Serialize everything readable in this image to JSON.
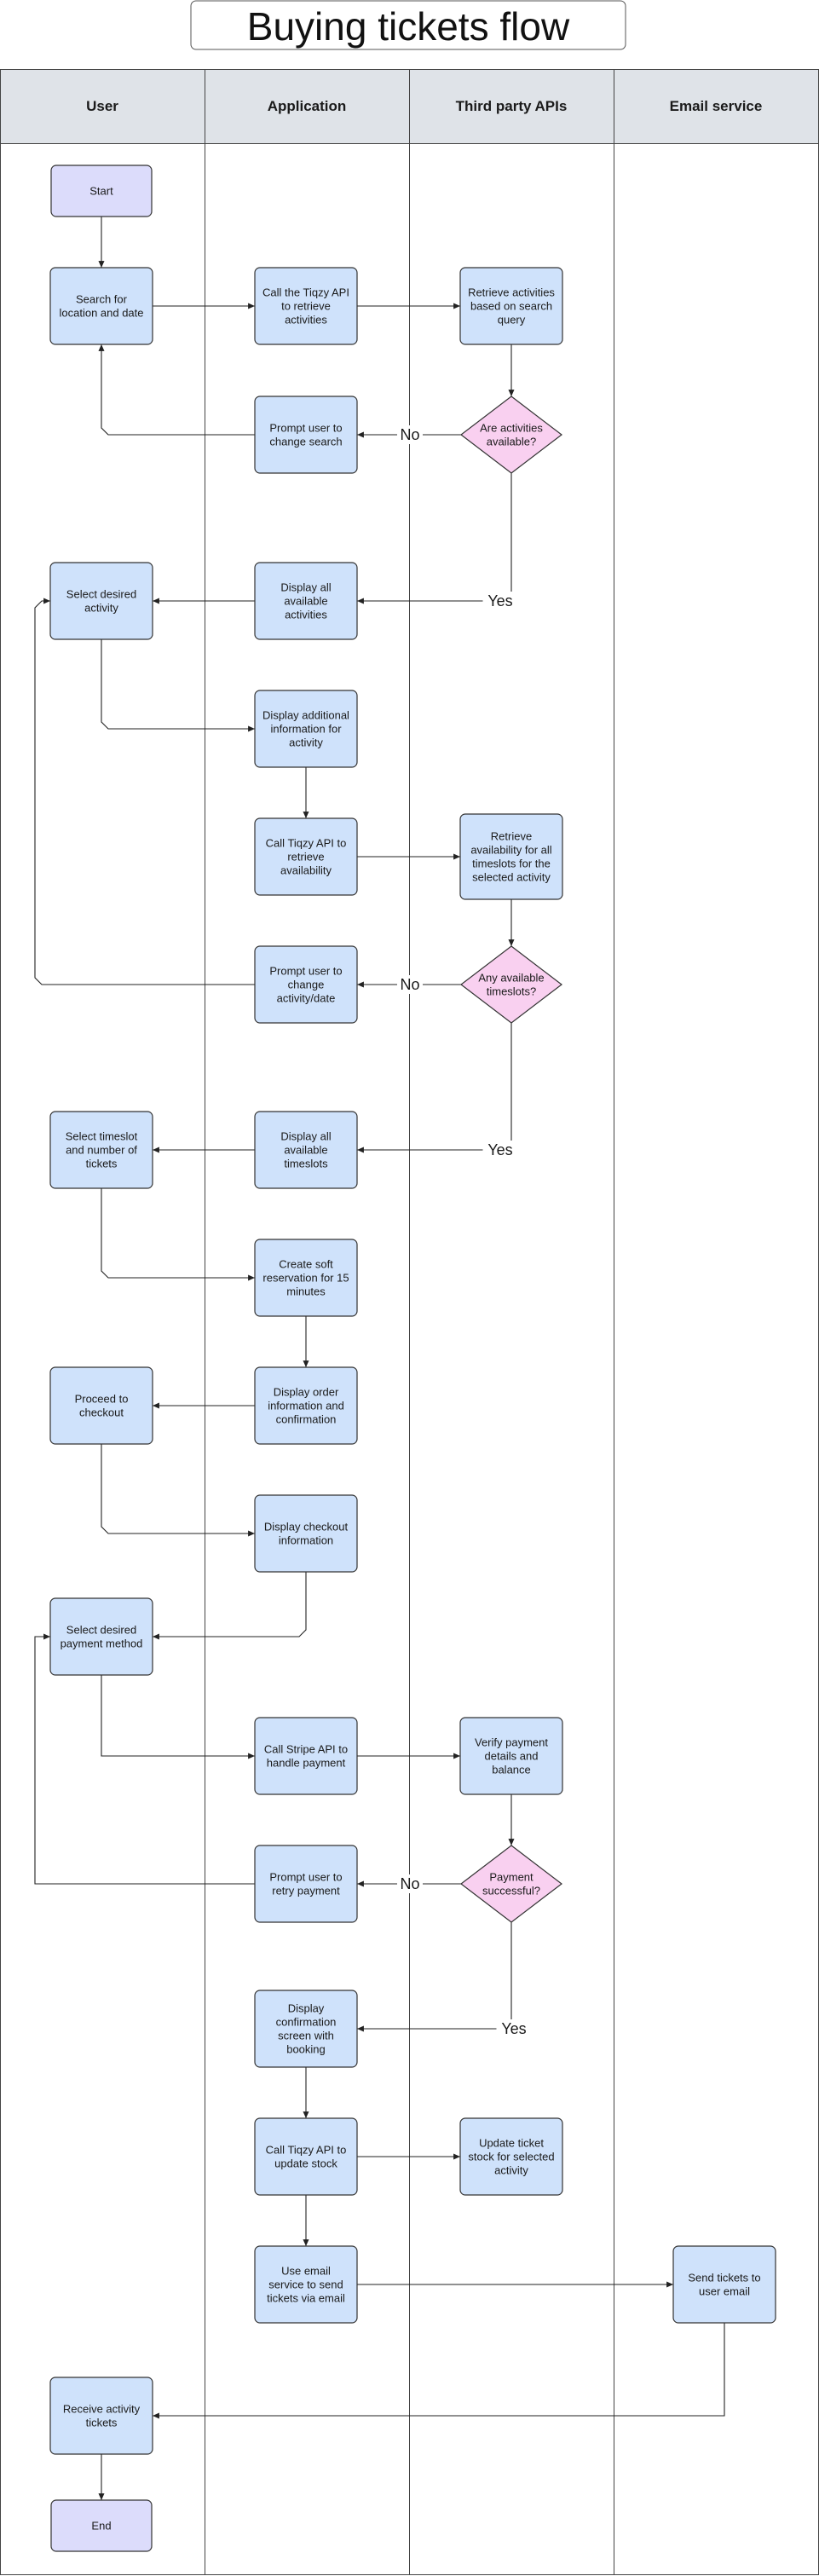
{
  "title": "Buying tickets flow",
  "lanes": [
    {
      "id": "user",
      "label": "User"
    },
    {
      "id": "application",
      "label": "Application"
    },
    {
      "id": "third_party",
      "label": "Third party APIs"
    },
    {
      "id": "email",
      "label": "Email service"
    }
  ],
  "colors": {
    "process_fill": "#cfe2fb",
    "terminal_fill": "#dcdcfb",
    "decision_fill": "#f9d0f0",
    "header_fill": "#dfe3e8",
    "border": "#333333"
  },
  "nodes": [
    {
      "id": "start",
      "type": "terminal",
      "lines": [
        "Start"
      ]
    },
    {
      "id": "search",
      "type": "process",
      "lines": [
        "Search for",
        "location and date"
      ]
    },
    {
      "id": "call_tiqzy",
      "type": "process",
      "lines": [
        "Call the Tiqzy API",
        "to retrieve",
        "activities"
      ]
    },
    {
      "id": "retrieve_act",
      "type": "process",
      "lines": [
        "Retrieve activities",
        "based on search",
        "query"
      ]
    },
    {
      "id": "dec_act",
      "type": "decision",
      "lines": [
        "Are activities",
        "available?"
      ]
    },
    {
      "id": "prompt_search",
      "type": "process",
      "lines": [
        "Prompt user to",
        "change search"
      ]
    },
    {
      "id": "display_act",
      "type": "process",
      "lines": [
        "Display all",
        "available",
        "activities"
      ]
    },
    {
      "id": "select_act",
      "type": "process",
      "lines": [
        "Select desired",
        "activity"
      ]
    },
    {
      "id": "display_info",
      "type": "process",
      "lines": [
        "Display additional",
        "information for",
        "activity"
      ]
    },
    {
      "id": "call_avail",
      "type": "process",
      "lines": [
        "Call Tiqzy API to",
        "retrieve",
        "availability"
      ]
    },
    {
      "id": "retrieve_avail",
      "type": "process",
      "lines": [
        "Retrieve",
        "availability for all",
        "timeslots for the",
        "selected activity"
      ]
    },
    {
      "id": "dec_ts",
      "type": "decision",
      "lines": [
        "Any available",
        "timeslots?"
      ]
    },
    {
      "id": "prompt_change",
      "type": "process",
      "lines": [
        "Prompt user to",
        "change",
        "activity/date"
      ]
    },
    {
      "id": "display_ts",
      "type": "process",
      "lines": [
        "Display all",
        "available",
        "timeslots"
      ]
    },
    {
      "id": "select_ts",
      "type": "process",
      "lines": [
        "Select timeslot",
        "and number of",
        "tickets"
      ]
    },
    {
      "id": "soft_res",
      "type": "process",
      "lines": [
        "Create soft",
        "reservation for 15",
        "minutes"
      ]
    },
    {
      "id": "display_order",
      "type": "process",
      "lines": [
        "Display order",
        "information and",
        "confirmation"
      ]
    },
    {
      "id": "checkout",
      "type": "process",
      "lines": [
        "Proceed to",
        "checkout"
      ]
    },
    {
      "id": "display_checkout",
      "type": "process",
      "lines": [
        "Display checkout",
        "information"
      ]
    },
    {
      "id": "select_pay",
      "type": "process",
      "lines": [
        "Select desired",
        "payment method"
      ]
    },
    {
      "id": "call_stripe",
      "type": "process",
      "lines": [
        "Call Stripe API to",
        "handle payment"
      ]
    },
    {
      "id": "verify_pay",
      "type": "process",
      "lines": [
        "Verify payment",
        "details and",
        "balance"
      ]
    },
    {
      "id": "dec_pay",
      "type": "decision",
      "lines": [
        "Payment",
        "successful?"
      ]
    },
    {
      "id": "prompt_retry",
      "type": "process",
      "lines": [
        "Prompt user to",
        "retry payment"
      ]
    },
    {
      "id": "display_conf",
      "type": "process",
      "lines": [
        "Display",
        "confirmation",
        "screen with",
        "booking"
      ]
    },
    {
      "id": "call_stock",
      "type": "process",
      "lines": [
        "Call Tiqzy API to",
        "update stock"
      ]
    },
    {
      "id": "update_stock",
      "type": "process",
      "lines": [
        "Update ticket",
        "stock for selected",
        "activity"
      ]
    },
    {
      "id": "use_email",
      "type": "process",
      "lines": [
        "Use email",
        "service to send",
        "tickets via email"
      ]
    },
    {
      "id": "send_tickets",
      "type": "process",
      "lines": [
        "Send tickets to",
        "user email"
      ]
    },
    {
      "id": "receive",
      "type": "process",
      "lines": [
        "Receive activity",
        "tickets"
      ]
    },
    {
      "id": "end",
      "type": "terminal",
      "lines": [
        "End"
      ]
    }
  ],
  "edges": [
    {
      "from": "start",
      "to": "search",
      "label": ""
    },
    {
      "from": "search",
      "to": "call_tiqzy",
      "label": ""
    },
    {
      "from": "call_tiqzy",
      "to": "retrieve_act",
      "label": ""
    },
    {
      "from": "retrieve_act",
      "to": "dec_act",
      "label": ""
    },
    {
      "from": "dec_act",
      "to": "prompt_search",
      "label": "No"
    },
    {
      "from": "prompt_search",
      "to": "search",
      "label": ""
    },
    {
      "from": "dec_act",
      "to": "display_act",
      "label": "Yes"
    },
    {
      "from": "display_act",
      "to": "select_act",
      "label": ""
    },
    {
      "from": "select_act",
      "to": "display_info",
      "label": ""
    },
    {
      "from": "display_info",
      "to": "call_avail",
      "label": ""
    },
    {
      "from": "call_avail",
      "to": "retrieve_avail",
      "label": ""
    },
    {
      "from": "retrieve_avail",
      "to": "dec_ts",
      "label": ""
    },
    {
      "from": "dec_ts",
      "to": "prompt_change",
      "label": "No"
    },
    {
      "from": "prompt_change",
      "to": "select_act",
      "label": ""
    },
    {
      "from": "dec_ts",
      "to": "display_ts",
      "label": "Yes"
    },
    {
      "from": "display_ts",
      "to": "select_ts",
      "label": ""
    },
    {
      "from": "select_ts",
      "to": "soft_res",
      "label": ""
    },
    {
      "from": "soft_res",
      "to": "display_order",
      "label": ""
    },
    {
      "from": "display_order",
      "to": "checkout",
      "label": ""
    },
    {
      "from": "checkout",
      "to": "display_checkout",
      "label": ""
    },
    {
      "from": "display_checkout",
      "to": "select_pay",
      "label": ""
    },
    {
      "from": "select_pay",
      "to": "call_stripe",
      "label": ""
    },
    {
      "from": "call_stripe",
      "to": "verify_pay",
      "label": ""
    },
    {
      "from": "verify_pay",
      "to": "dec_pay",
      "label": ""
    },
    {
      "from": "dec_pay",
      "to": "prompt_retry",
      "label": "No"
    },
    {
      "from": "prompt_retry",
      "to": "select_pay",
      "label": ""
    },
    {
      "from": "dec_pay",
      "to": "display_conf",
      "label": "Yes"
    },
    {
      "from": "display_conf",
      "to": "call_stock",
      "label": ""
    },
    {
      "from": "call_stock",
      "to": "update_stock",
      "label": ""
    },
    {
      "from": "call_stock",
      "to": "use_email",
      "label": ""
    },
    {
      "from": "use_email",
      "to": "send_tickets",
      "label": ""
    },
    {
      "from": "send_tickets",
      "to": "receive",
      "label": ""
    },
    {
      "from": "receive",
      "to": "end",
      "label": ""
    }
  ]
}
